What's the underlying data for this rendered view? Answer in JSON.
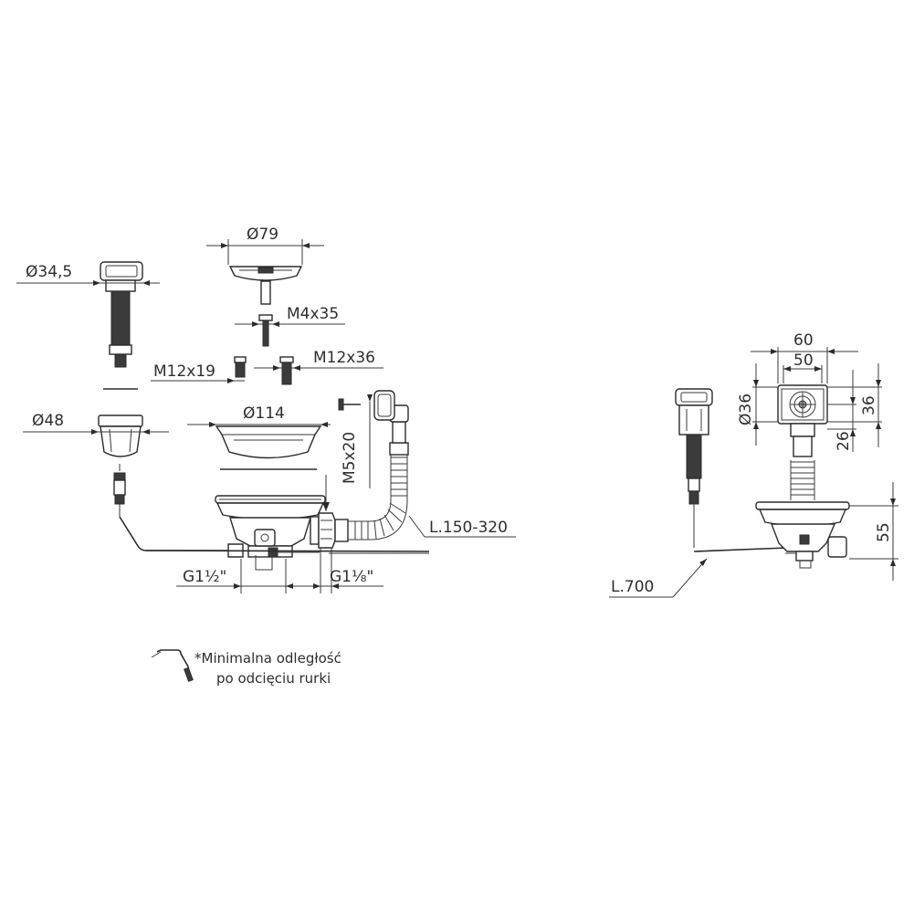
{
  "labels": {
    "stopper_diameter": "Ø34,5",
    "strainer_top_diameter": "Ø79",
    "screw_m4": "M4x35",
    "screw_m12_short": "M12x19",
    "screw_m12_long": "M12x36",
    "ring_diameter": "Ø48",
    "basket_diameter": "Ø114",
    "overflow_screw": "M5x20",
    "hose_length": "L.150-320",
    "outlet_thread": "G1½\"",
    "overflow_thread": "G1⅛\"",
    "side_width_outer": "60",
    "side_width_inner": "50",
    "side_knob_diameter": "Ø36",
    "side_height_36": "36",
    "side_height_26": "26",
    "side_height_55": "55",
    "cable_length": "L.700"
  },
  "note": {
    "line1": "*Minimalna odległość",
    "line2": "po odcięciu rurki"
  }
}
